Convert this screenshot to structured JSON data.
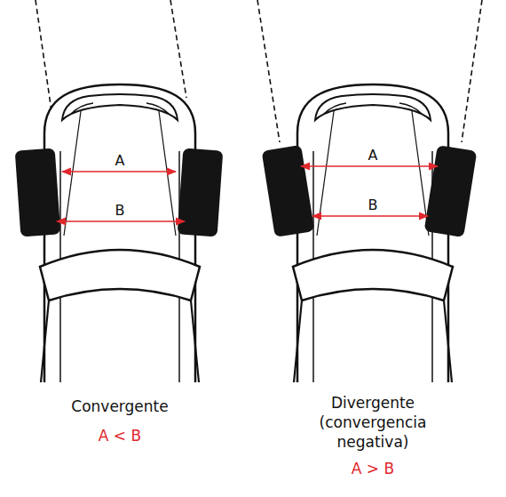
{
  "diagram": {
    "labels": [
      "A",
      "B",
      "A",
      "B",
      "Convergente",
      "A < B",
      "Divergente (convergencia negativa)",
      "A > B"
    ]
  }
}
